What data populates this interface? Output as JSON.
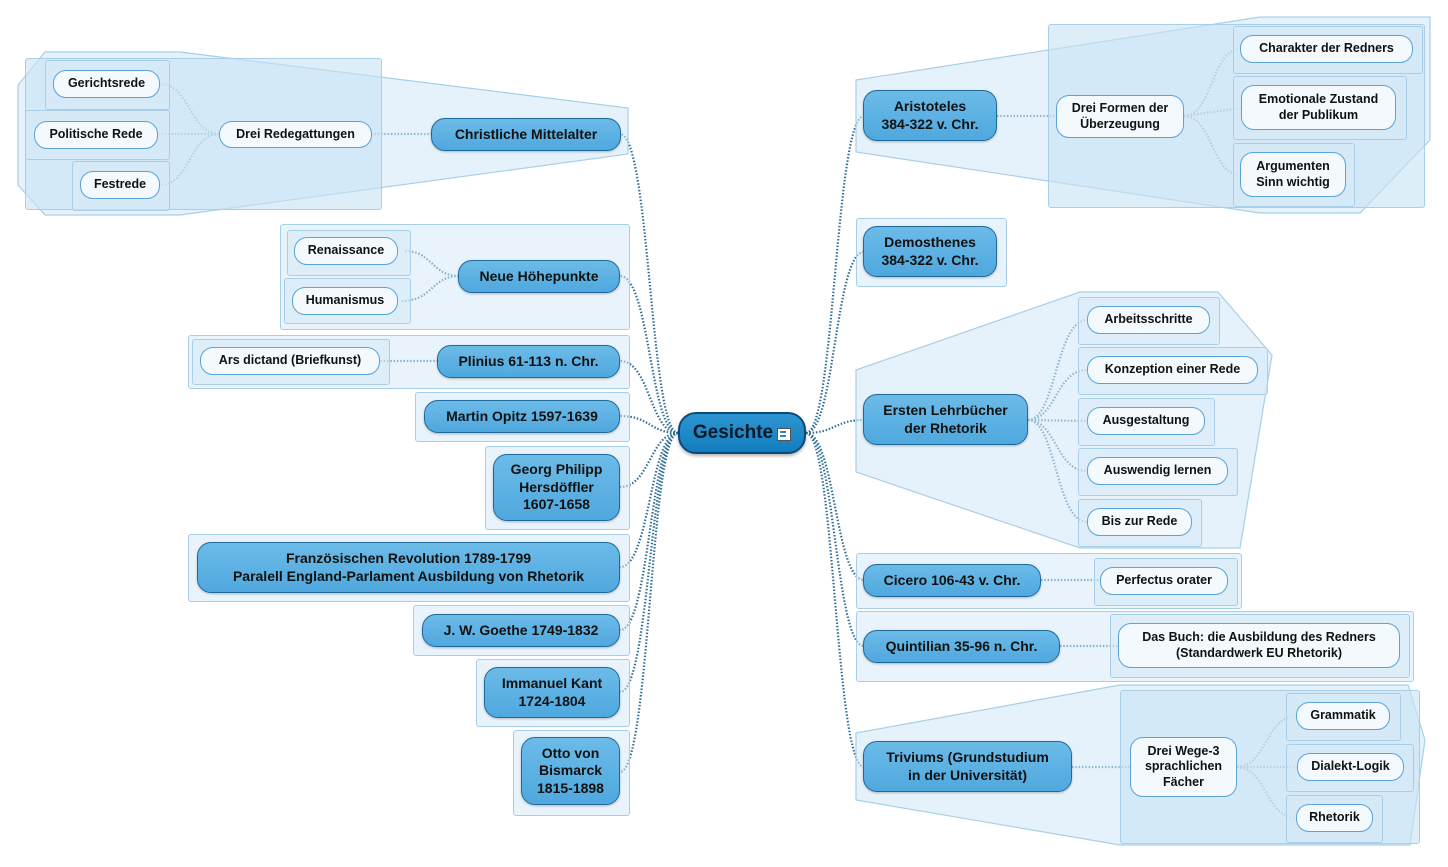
{
  "central": "Gesichte",
  "left": {
    "christliche": "Christliche Mittelalter",
    "drei_redegattungen": "Drei Redegattungen",
    "gerichtsrede": "Gerichtsrede",
    "politische_rede": "Politische Rede",
    "festrede": "Festrede",
    "neue_hoehepunkte": "Neue Höhepunkte",
    "renaissance": "Renaissance",
    "humanismus": "Humanismus",
    "plinius": "Plinius 61-113 n. Chr.",
    "ars_dictand": "Ars dictand (Briefkunst)",
    "opitz": "Martin Opitz 1597-1639",
    "georg_1": "Georg Philipp",
    "georg_2": "Hersdöffler",
    "georg_3": "1607-1658",
    "franz_1": "Französischen Revolution 1789-1799",
    "franz_2": "Paralell England-Parlament Ausbildung von Rhetorik",
    "goethe": "J. W. Goethe 1749-1832",
    "kant_1": "Immanuel Kant",
    "kant_2": "1724-1804",
    "bismarck_1": "Otto von",
    "bismarck_2": "Bismarck",
    "bismarck_3": "1815-1898"
  },
  "right": {
    "aristoteles_1": "Aristoteles",
    "aristoteles_2": "384-322 v. Chr.",
    "drei_formen_1": "Drei Formen der",
    "drei_formen_2": "Überzeugung",
    "charakter": "Charakter der Redners",
    "emotionale_1": "Emotionale Zustand",
    "emotionale_2": "der Publikum",
    "argumenten_1": "Argumenten",
    "argumenten_2": "Sinn wichtig",
    "demosthenes_1": "Demosthenes",
    "demosthenes_2": "384-322 v. Chr.",
    "lehrbuecher_1": "Ersten Lehrbücher",
    "lehrbuecher_2": "der Rhetorik",
    "arbeitsschritte": "Arbeitsschritte",
    "konzeption": "Konzeption einer Rede",
    "ausgestaltung": "Ausgestaltung",
    "auswendig": "Auswendig lernen",
    "bis_zur_rede": "Bis zur Rede",
    "cicero": "Cicero 106-43 v. Chr.",
    "perfectus": "Perfectus orater",
    "quintilian": "Quintilian 35-96 n. Chr.",
    "buch_1": "Das Buch: die Ausbildung des Redners",
    "buch_2": "(Standardwerk EU Rhetorik)",
    "triviums_1": "Triviums (Grundstudium",
    "triviums_2": "in der Universität)",
    "drei_wege_1": "Drei Wege-3",
    "drei_wege_2": "sprachlichen",
    "drei_wege_3": "Fächer",
    "grammatik": "Grammatik",
    "dialekt": "Dialekt-Logik",
    "rhetorik": "Rhetorik"
  },
  "colors": {
    "main_fill": "#5aaee2",
    "sub_fill": "#f3f9fd",
    "central_fill": "#1f88c7",
    "connector": "#2f6e96",
    "boundary_fill": "#d6eaf8"
  }
}
